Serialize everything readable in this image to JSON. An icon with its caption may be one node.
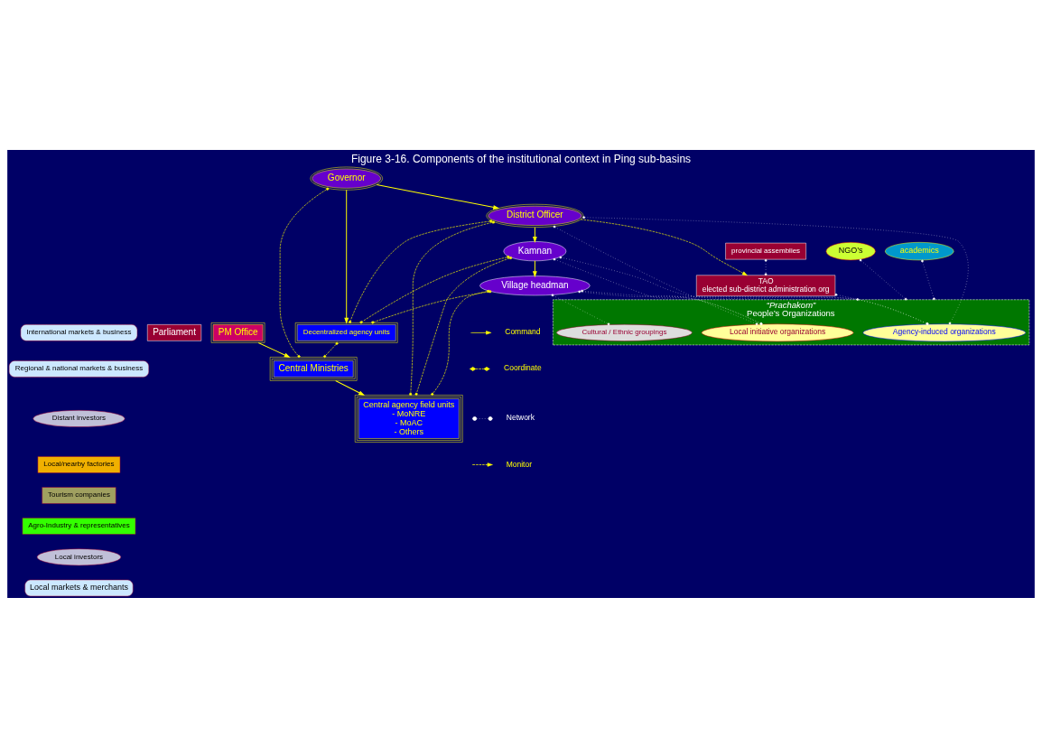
{
  "diagram": {
    "title": "Figure 3-16. Components of the institutional context in Ping sub-basins",
    "nodes": [
      {
        "text": [
          "International markets & business"
        ]
      },
      {
        "text": [
          "Regional & national markets & business"
        ]
      },
      {
        "text": [
          "Distant investors"
        ]
      },
      {
        "text": [
          "Parliament"
        ]
      },
      {
        "text": [
          "PM Office"
        ]
      },
      {
        "text": [
          "Central Ministries"
        ]
      },
      {
        "text": [
          "NGO’s"
        ]
      },
      {
        "text": [
          "provincial assemblies"
        ]
      },
      {
        "text": [
          "academics"
        ]
      },
      {
        "text": [
          "Governor"
        ]
      },
      {
        "text": [
          "Local/nearby factories"
        ]
      },
      {
        "text": [
          "Tourism companies"
        ]
      },
      {
        "text": [
          "Agro-Industry & representatives"
        ]
      },
      {
        "text": [
          "TAO",
          "elected sub-district administration org"
        ]
      },
      {
        "text": [
          "District Officer"
        ]
      },
      {
        "text": [
          "Decentralized agency units"
        ]
      },
      {
        "text": [
          "Local investors"
        ]
      },
      {
        "text": [
          "Local markets & merchants"
        ]
      },
      {
        "text": [
          "“Prachakom”",
          "People’s Organizations"
        ]
      },
      {
        "text": [
          "Agency-induced organizations"
        ],
        "in": 18
      },
      {
        "text": [
          "Local initiative organizations"
        ],
        "in": 18
      },
      {
        "text": [
          "Cultural / Ethnic groupings"
        ],
        "in": 18
      },
      {
        "text": [
          "Kamnan"
        ]
      },
      {
        "text": [
          "Village headman"
        ]
      },
      {
        "text": [
          "Central agency field units",
          "- MoNRE",
          "- MoAC",
          "- Others"
        ]
      }
    ],
    "edges": [
      {
        "from": 4,
        "to": 5,
        "arrow": "to"
      },
      {
        "from": 5,
        "to": 24,
        "arrow": "to"
      },
      {
        "from": 9,
        "to": 14,
        "arrow": "to"
      },
      {
        "from": 9,
        "to": 15,
        "arrow": "to"
      },
      {
        "from": 14,
        "to": 22,
        "arrow": "to"
      },
      {
        "from": 22,
        "to": 23,
        "arrow": "to"
      },
      {
        "from": 9,
        "to": 5,
        "arrow": "other",
        "style": "dashed"
      },
      {
        "from": 15,
        "to": 5,
        "arrow": "other",
        "style": "dashed"
      },
      {
        "from": 14,
        "to": 15,
        "arrow": "other",
        "style": "dashed"
      },
      {
        "from": 14,
        "to": 24,
        "arrow": "other",
        "style": "dashed"
      },
      {
        "from": 22,
        "to": 24,
        "arrow": "other",
        "style": "dashed"
      },
      {
        "from": 22,
        "to": 15,
        "arrow": "other",
        "style": "dashed"
      },
      {
        "from": 23,
        "to": 15,
        "arrow": "other",
        "style": "dashed"
      },
      {
        "from": 23,
        "to": 24,
        "arrow": "other",
        "style": "dashed"
      },
      {
        "from": 7,
        "to": 13,
        "arrow": "other",
        "style": "dashed",
        "color": "#ffffff"
      },
      {
        "from": 6,
        "to": 18,
        "arrow": "other",
        "style": "dashed",
        "color": "#ffffff"
      },
      {
        "from": 13,
        "to": 18,
        "arrow": "other",
        "style": "dashed",
        "color": "#ffffff"
      },
      {
        "from": 8,
        "to": 18,
        "arrow": "other",
        "style": "dashed",
        "color": "#ffffff"
      },
      {
        "from": 14,
        "to": 19,
        "arrow": "other",
        "style": "dashed",
        "color": "#ffffff"
      },
      {
        "from": 14,
        "to": 20,
        "arrow": "other",
        "style": "dashed",
        "color": "#ffffff"
      },
      {
        "from": 22,
        "to": 19,
        "arrow": "other",
        "style": "dashed",
        "color": "#ffffff"
      },
      {
        "from": 22,
        "to": 20,
        "arrow": "other",
        "style": "dashed",
        "color": "#ffffff"
      },
      {
        "from": 23,
        "to": 19,
        "arrow": "other",
        "style": "dashed",
        "color": "#ffffff"
      },
      {
        "from": 23,
        "to": 20,
        "arrow": "other",
        "style": "dashed",
        "color": "#ffffff"
      },
      {
        "from": 23,
        "to": 21,
        "arrow": "other",
        "style": "dashed",
        "color": "#ffffff"
      },
      {
        "from": 14,
        "to": 13,
        "arrow": "to",
        "style": "dashed"
      }
    ],
    "legend": [
      {
        "text": "Command"
      },
      {
        "text": "Coordinate"
      },
      {
        "text": "Network"
      },
      {
        "text": "Monitor"
      }
    ]
  }
}
